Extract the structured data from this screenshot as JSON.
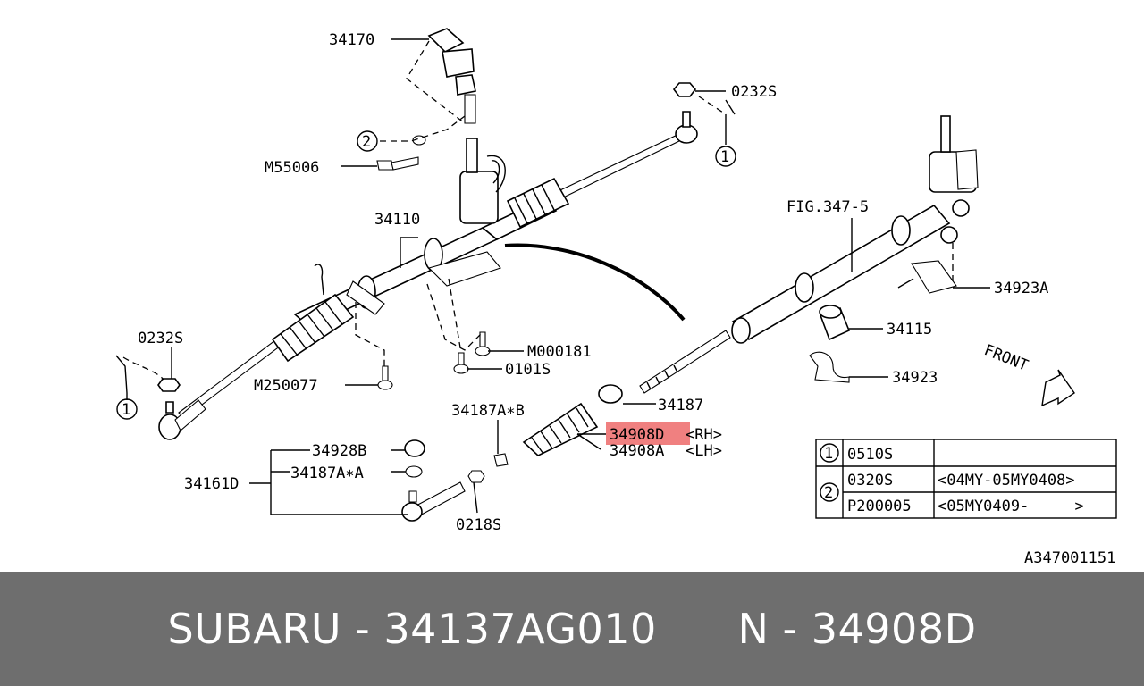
{
  "labels": {
    "p34170": "34170",
    "p0232s_top": "0232S",
    "ref1_top": "1",
    "ref2_left": "2",
    "pM55006": "M55006",
    "p34110": "34110",
    "pFIG": "FIG.347-5",
    "p34923A": "34923A",
    "p0232s_left": "0232S",
    "ref1_left": "1",
    "pM000181": "M000181",
    "pM250077": "M250077",
    "p0101S": "0101S",
    "p34115": "34115",
    "p34923": "34923",
    "front": "FRONT",
    "p34187": "34187",
    "p34187AB": "34187A∗B",
    "p34908D": "34908D",
    "p34908D_side": "<RH>",
    "p34908A": "34908A",
    "p34908A_side": "<LH>",
    "p34928B": "34928B",
    "p34187AA": "34187A∗A",
    "p34161D": "34161D",
    "p0218S": "0218S",
    "diagram_code": "A347001151"
  },
  "ref_table": {
    "rows": [
      {
        "ref": "1",
        "code": "0510S",
        "note": ""
      },
      {
        "ref": "2",
        "code": "0320S",
        "note": "<04MY-05MY0408>"
      },
      {
        "ref": "",
        "code": "P200005",
        "note": "<05MY0409-     >"
      }
    ]
  },
  "highlight_color": "#f08080",
  "banner": {
    "text": "SUBARU - 34137AG010      N - 34908D",
    "background": "#6e6e6e",
    "color": "#ffffff"
  }
}
